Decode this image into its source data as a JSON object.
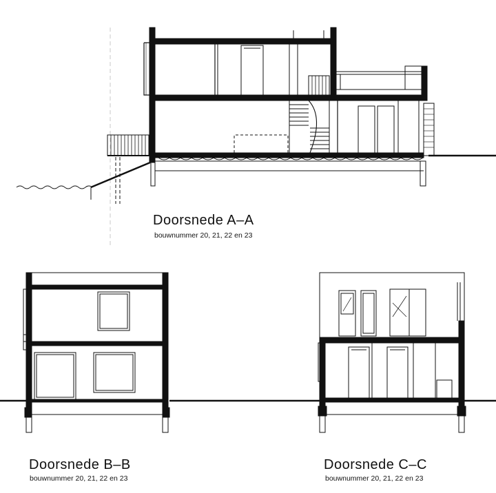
{
  "sections": [
    {
      "id": "A-A",
      "title": "Doorsnede A–A",
      "subtitle": "bouwnummer 20, 21, 22 en 23"
    },
    {
      "id": "B-B",
      "title": "Doorsnede B–B",
      "subtitle": "bouwnummer 20, 21, 22 en 23"
    },
    {
      "id": "C-C",
      "title": "Doorsnede C–C",
      "subtitle": "bouwnummer 20, 21, 22 en 23"
    }
  ],
  "colors": {
    "ink": "#111111",
    "paper": "#ffffff"
  }
}
